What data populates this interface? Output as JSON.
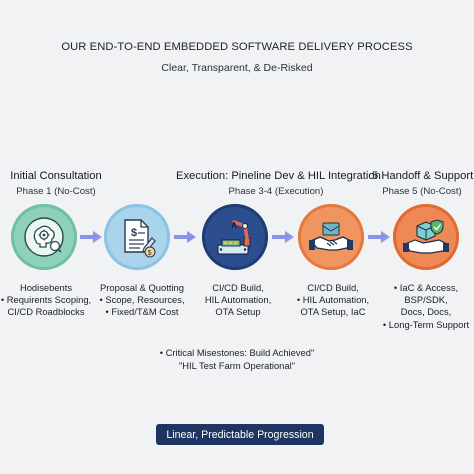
{
  "header": {
    "title": "OUR END-TO-END EMBEDDED SOFTWARE DELIVERY PROCESS",
    "subtitle": "Clear, Transparent, & De-Risked"
  },
  "phases": [
    {
      "title": "Initial Consultation",
      "sub": "Phase 1 (No-Cost)"
    },
    {
      "title": "Execution: Pineline Dev & HIL Integration",
      "sub": "Phase 3-4 (Execution)"
    },
    {
      "title": "5 Handoff & Support",
      "sub": "Phase 5 (No-Cost)"
    }
  ],
  "steps": [
    {
      "icon": "brain-gear-icon",
      "color": "#8ed0ba",
      "lines": [
        "Hodisebents",
        "• Requirents Scoping,",
        "CI/CD Roadblocks"
      ]
    },
    {
      "icon": "document-dollar-icon",
      "color": "#a9d4ec",
      "lines": [
        "Proposal & Quotting",
        "• Scope, Resources,",
        "• Fixed/T&M Cost"
      ]
    },
    {
      "icon": "robot-arm-icon",
      "color": "#2c4d8e",
      "lines": [
        "CI/CD Build,",
        "HIL Automation,",
        "OTA Setup"
      ]
    },
    {
      "icon": "handshake-icon",
      "color": "#f0955f",
      "lines": [
        "CI/CD Build,",
        "• HIL Automation,",
        "OTA Setup, IaC"
      ]
    },
    {
      "icon": "handoff-box-icon",
      "color": "#ee8854",
      "lines": [
        "• IaC & Access,",
        "BSP/SDK,",
        "Docs, Docs,",
        "• Long-Term Support"
      ]
    }
  ],
  "milestones": {
    "line1": "• Critical Misestones: Build Achieved\"",
    "line2": "\"HIL Test Farm Operational\""
  },
  "footer": {
    "badge": "Linear, Predictable Progression"
  },
  "colors": {
    "arrow": "#8a93e8",
    "badge_bg": "#1e3561",
    "background": "#f1f2f4"
  }
}
